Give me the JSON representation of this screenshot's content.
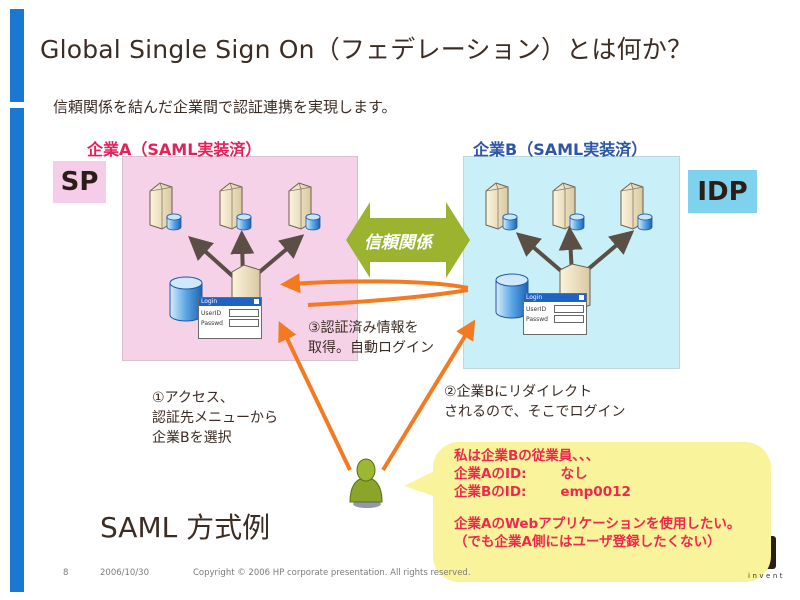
{
  "slide": {
    "title": "Global Single Sign On（フェデレーション）とは何か？",
    "subtitle": "信頼関係を結んだ企業間で認証連携を実現します。",
    "caption": "SAML 方式例"
  },
  "roles": {
    "sp": "SP",
    "idp": "IDP"
  },
  "companies": {
    "a": {
      "label": "企業A（SAML実装済）",
      "color": "#e8205a",
      "bg": "#f6d2e9"
    },
    "b": {
      "label": "企業B（SAML実装済）",
      "color": "#2c56a6",
      "bg": "#c9f0f8"
    }
  },
  "trust": {
    "label": "信頼関係",
    "color": "#9bb32e"
  },
  "login_dialog": {
    "title": "Login",
    "user_field": "UserID",
    "pass_field": "Passwd"
  },
  "steps": {
    "step1": [
      "①アクセス、",
      "認証先メニューから",
      "企業Bを選択"
    ],
    "step2": [
      "②企業Bにリダイレクト",
      "されるので、そこでログイン"
    ],
    "step3": [
      "③認証済み情報を",
      "取得。自動ログイン"
    ]
  },
  "bubble": {
    "line1": "私は企業Bの従業員、、、",
    "id_a_label": "企業AのID:",
    "id_a_value": "なし",
    "id_b_label": "企業BのID:",
    "id_b_value": "emp0012",
    "line4": "企業AのWebアプリケーションを使用したい。",
    "line5": "（でも企業A側にはユーザ登録したくない）"
  },
  "footer": {
    "page": "8",
    "date": "2006/10/30",
    "copyright": "Copyright © 2006 HP corporate presentation. All rights reserved.",
    "logo_text": "invent"
  },
  "colors": {
    "accent_bar": "#1b78d2",
    "flow_arrow": "#f47a22",
    "bubble_bg": "#f9f49b",
    "bubble_text": "#f0284e"
  }
}
